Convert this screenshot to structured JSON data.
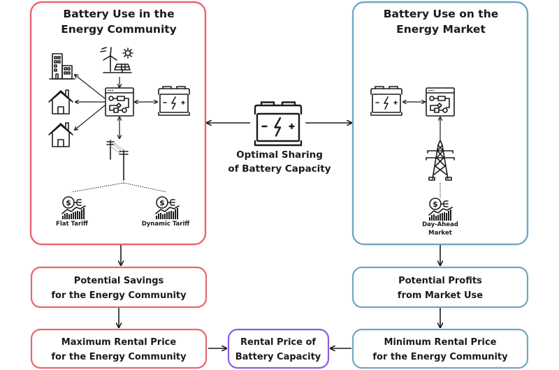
{
  "colors": {
    "community": "#e8666b",
    "market": "#6fa8c3",
    "result": "#8a5ee0",
    "ink": "#1a1a1a"
  },
  "panels": {
    "community": {
      "title_line1": "Battery Use in the",
      "title_line2": "Energy Community",
      "icons": [
        "apartment-building-icon",
        "house-icon",
        "house-icon",
        "wind-solar-generation-icon",
        "energy-management-system-icon",
        "battery-icon",
        "power-pole-icon",
        "tariff-icon",
        "tariff-icon"
      ],
      "tariffs": [
        {
          "label": "Flat Tariff"
        },
        {
          "label": "Dynamic Tariff"
        }
      ]
    },
    "market": {
      "title_line1": "Battery Use on the",
      "title_line2": "Energy Market",
      "icons": [
        "battery-icon",
        "energy-management-system-icon",
        "transmission-tower-icon",
        "tariff-icon"
      ],
      "market_label_line1": "Day-Ahead",
      "market_label_line2": "Market"
    }
  },
  "center": {
    "icon": "battery-icon",
    "label_line1": "Optimal Sharing",
    "label_line2": "of Battery Capacity"
  },
  "boxes": {
    "savings": {
      "line1": "Potential Savings",
      "line2": "for the Energy Community"
    },
    "profits": {
      "line1": "Potential Profits",
      "line2": "from Market Use"
    },
    "max_price": {
      "line1": "Maximum Rental Price",
      "line2": "for the Energy Community"
    },
    "min_price": {
      "line1": "Minimum Rental Price",
      "line2": "for the Energy Community"
    },
    "rental_price": {
      "line1": "Rental Price of",
      "line2": "Battery Capacity"
    }
  }
}
